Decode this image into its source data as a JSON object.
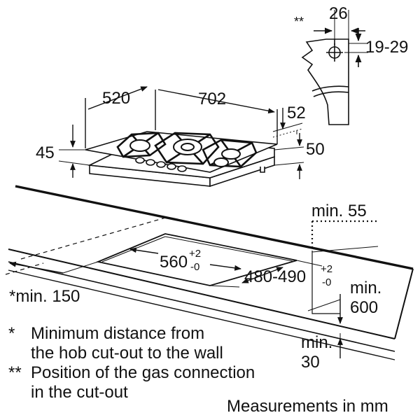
{
  "dims": {
    "double_star": "**",
    "d26": "26",
    "d19_29": "19-29",
    "d520": "520",
    "d702": "702",
    "d52": "52",
    "d45": "45",
    "d50": "50",
    "min55": "min. 55",
    "d560": "560",
    "tol_plus_2": "+2",
    "tol_minus_0": "-0",
    "d480_490": "480-490",
    "min150": "*min. 150",
    "min600_a": "min.",
    "min600_b": "600",
    "min30_a": "min.",
    "min30_b": "30"
  },
  "notes": [
    {
      "mark": "*",
      "lines": [
        "Minimum distance from",
        "the hob cut-out to the wall"
      ]
    },
    {
      "mark": "**",
      "lines": [
        "Position of the gas connection",
        "in the cut-out"
      ]
    }
  ],
  "footer": "Measurements in mm"
}
